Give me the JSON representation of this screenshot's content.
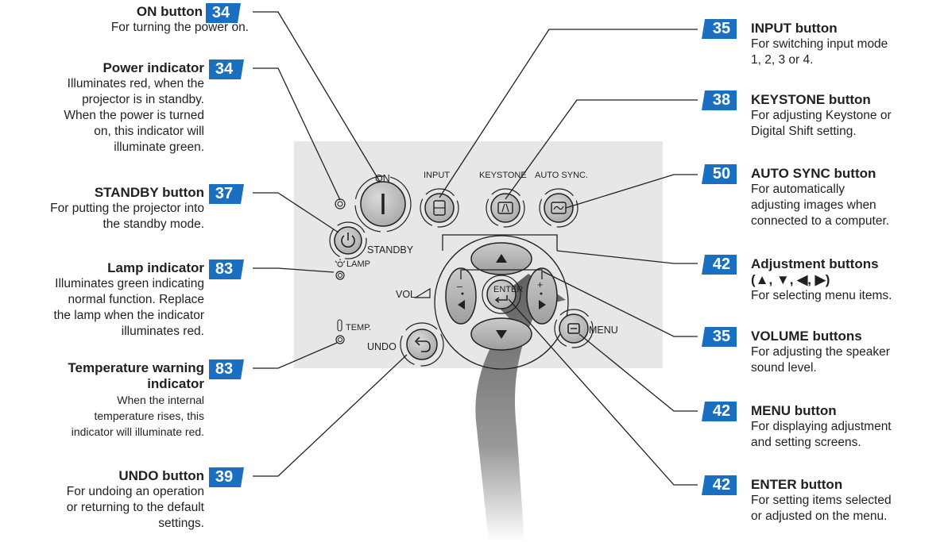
{
  "colors": {
    "badge": "#1a6fc0",
    "panel": "#e6e7e8",
    "line": "#231f20"
  },
  "left_callouts": [
    {
      "title": "ON button",
      "page": "34",
      "desc": [
        "For turning the power on."
      ]
    },
    {
      "title": "Power indicator",
      "page": "34",
      "desc": [
        "Illuminates red, when the",
        "projector is in standby.",
        "When the power is turned",
        "on, this indicator will",
        "illuminate green."
      ]
    },
    {
      "title": "STANDBY button",
      "page": "37",
      "desc": [
        "For putting the projector into",
        "the standby mode."
      ]
    },
    {
      "title": "Lamp indicator",
      "page": "83",
      "desc": [
        "Illuminates green indicating",
        "normal function. Replace",
        "the lamp when the indicator",
        "illuminates red."
      ]
    },
    {
      "title": "Temperature warning",
      "title2": "indicator",
      "page": "83",
      "desc": [
        "When the internal",
        "temperature rises, this",
        "indicator will illuminate red."
      ]
    },
    {
      "title": "UNDO button",
      "page": "39",
      "desc": [
        "For undoing an operation",
        "or returning to the default",
        "settings."
      ]
    }
  ],
  "right_callouts": [
    {
      "title": "INPUT button",
      "page": "35",
      "desc": [
        "For switching input mode",
        "1, 2, 3 or 4."
      ]
    },
    {
      "title": "KEYSTONE button",
      "page": "38",
      "desc": [
        "For adjusting Keystone or",
        "Digital Shift setting."
      ]
    },
    {
      "title": "AUTO SYNC button",
      "page": "50",
      "desc": [
        "For automatically",
        "adjusting images when",
        "connected to a computer."
      ]
    },
    {
      "title": "Adjustment buttons",
      "title2": "(▲, ▼, ◀, ▶)",
      "page": "42",
      "desc": [
        "For selecting menu items."
      ]
    },
    {
      "title": "VOLUME buttons",
      "page": "35",
      "desc": [
        "For adjusting the speaker",
        "sound level."
      ]
    },
    {
      "title": "MENU button",
      "page": "42",
      "desc": [
        "For displaying adjustment",
        "and setting screens."
      ]
    },
    {
      "title": "ENTER button",
      "page": "42",
      "desc": [
        "For setting items selected",
        "or adjusted on the menu."
      ]
    }
  ],
  "panel_labels": {
    "on": "ON",
    "input": "INPUT",
    "keystone": "KEYSTONE",
    "auto_sync": "AUTO SYNC.",
    "standby": "STANDBY",
    "lamp": "LAMP",
    "temp": "TEMP.",
    "vol": "VOL",
    "undo": "UNDO",
    "menu": "MENU",
    "enter": "ENTER",
    "minus": "–",
    "plus": "+"
  }
}
